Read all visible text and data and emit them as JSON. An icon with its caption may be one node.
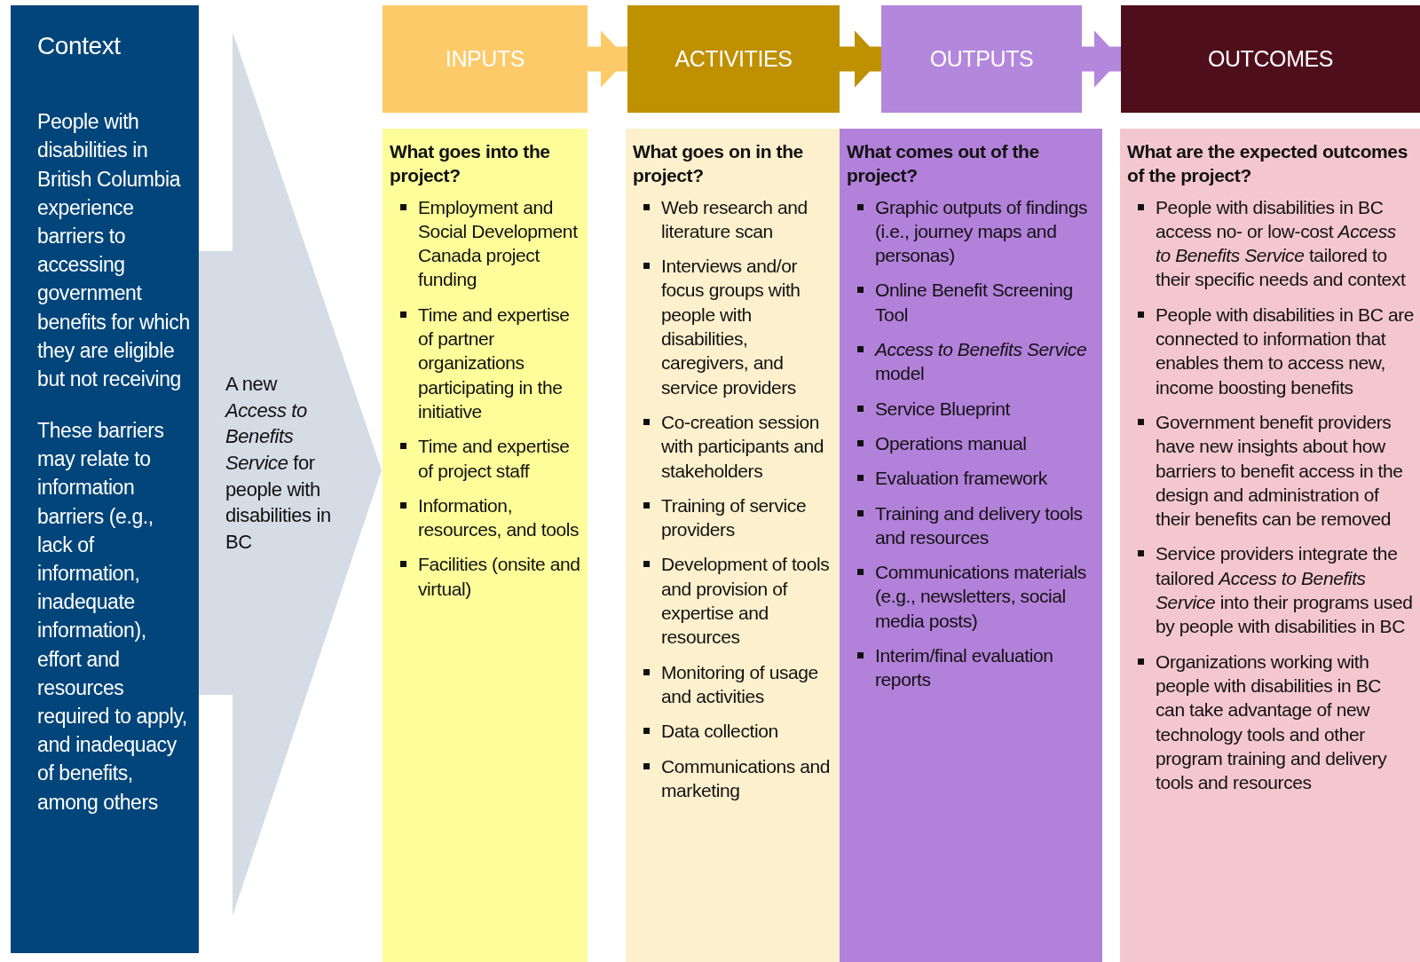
{
  "diagram": {
    "nodes": [
      {
        "text": [
          "Context",
          "People with disabilities in British Columbia experience barriers to accessing government benefits for which they are eligible but not receiving",
          "These barriers may relate to information barriers (e.g., lack of information, inadequate information), effort and resources required to apply, and inadequacy of benefits, among others"
        ]
      },
      {
        "text": [
          "A new *Access to Benefits Service* for people with disabilities in BC"
        ]
      },
      {
        "text": [
          "INPUTS"
        ]
      },
      {
        "text": [
          "ACTIVITIES"
        ]
      },
      {
        "text": [
          "OUTPUTS"
        ]
      },
      {
        "text": [
          "OUTCOMES"
        ]
      },
      {
        "text": [
          "What goes into the project?",
          "Employment and Social Development Canada project funding",
          "Time and expertise of partner organizations participating in the initiative",
          "Time and expertise of project staff",
          "Information, resources, and tools",
          "Facilities (onsite and virtual)"
        ]
      },
      {
        "text": [
          "What goes on in the project?",
          "Web research and literature scan",
          "Interviews and/or focus groups with people with disabilities, caregivers, and service providers",
          "Co-creation session with participants and stakeholders",
          "Training of service providers",
          "Development of tools and provision of expertise and resources",
          "Monitoring of usage and activities",
          "Data collection",
          "Communications and marketing"
        ]
      },
      {
        "text": [
          "What comes out of the project?",
          "Graphic outputs of findings (i.e., journey maps and personas)",
          "Online Benefit Screening Tool",
          "*Access to Benefits Service* model",
          "Service Blueprint",
          "Operations manual",
          "Evaluation framework",
          "Training and delivery tools and resources",
          "Communications materials (e.g., newsletters, social media posts)",
          "Interim/final evaluation reports"
        ]
      },
      {
        "text": [
          "What are the expected outcomes of the project?",
          "People with disabilities in BC access no- or low-cost *Access to Benefits Service* tailored to their specific needs and context",
          "People with disabilities in BC are connected to information that enables them to access new, income boosting benefits",
          "Government benefit providers have new insights about how barriers to benefit access in the design and administration of their benefits can be removed",
          "Service providers integrate the tailored *Access to Benefits Service* into their programs used by people with disabilities in BC",
          "Organizations working with people with disabilities in BC can take advantage of new technology tools and other program training and delivery tools and resources"
        ]
      }
    ],
    "edges": [
      {
        "from": 2,
        "to": 3,
        "arrow": "to",
        "color": "#fdca6a"
      },
      {
        "from": 3,
        "to": 4,
        "arrow": "to",
        "color": "#bf9000"
      },
      {
        "from": 4,
        "to": 5,
        "arrow": "to",
        "color": "#b387dc"
      }
    ]
  }
}
